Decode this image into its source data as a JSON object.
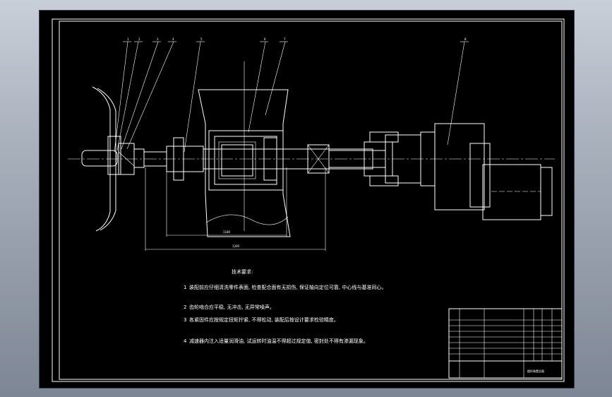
{
  "drawing": {
    "balloons": [
      "1",
      "2",
      "3",
      "4",
      "5",
      "6",
      "7",
      "8"
    ],
    "dimensions": {
      "inner_span": "1180",
      "outer_span": "1200"
    }
  },
  "tech_requirements": {
    "heading": "技术要求:",
    "notes": [
      {
        "num": "1",
        "text": "装配前应仔细清洗零件表面, 检查配合面有无损伤, 保证轴向定位可靠, 中心线与基准同心。"
      },
      {
        "num": "2",
        "text": "齿轮啮合应平稳, 无冲击, 无异常噪声。"
      },
      {
        "num": "3",
        "text": "各紧固件应按规定扭矩拧紧, 不得松动, 装配后按设计要求检验精度。"
      },
      {
        "num": "4",
        "text": "减速器内注入适量润滑油, 试运转时油温不得超过规定值, 密封处不得有渗漏现象。"
      }
    ]
  },
  "title_block": {
    "drawing_name": "搅拌装置总图"
  }
}
